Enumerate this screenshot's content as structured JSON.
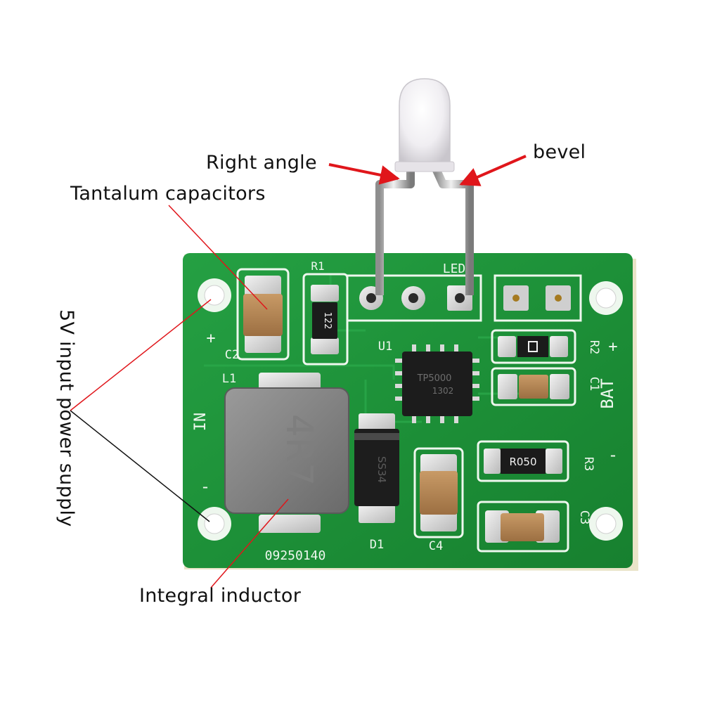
{
  "callouts": {
    "right_angle": "Right angle",
    "bevel": "bevel",
    "tantalum_capacitors": "Tantalum capacitors",
    "input_power_supply": "5V input power supply",
    "integral_inductor": "Integral inductor"
  },
  "silkscreen": {
    "r1": "R1",
    "led": "LED",
    "u1": "U1",
    "r2": "R2",
    "c1": "C1",
    "bat": "BAT",
    "c2": "C2",
    "l1": "L1",
    "r3": "R3",
    "c3": "C3",
    "d1": "D1",
    "c4": "C4",
    "board_code": "09250140",
    "plus_left": "+",
    "in_label": "IN",
    "minus_left": "-",
    "plus_right": "+",
    "minus_right": "-"
  },
  "component_markings": {
    "resistor_r1": "122",
    "resistor_r3": "R050",
    "inductor": "4R7",
    "chip_line1": "TP5000",
    "chip_line2": "1302",
    "diode": "SS34"
  },
  "colors": {
    "pcb_green": "#1f8f3a",
    "silkscreen": "#eef7ee",
    "callout_arrow": "#e0161b",
    "callout_line": "#e0161b"
  }
}
